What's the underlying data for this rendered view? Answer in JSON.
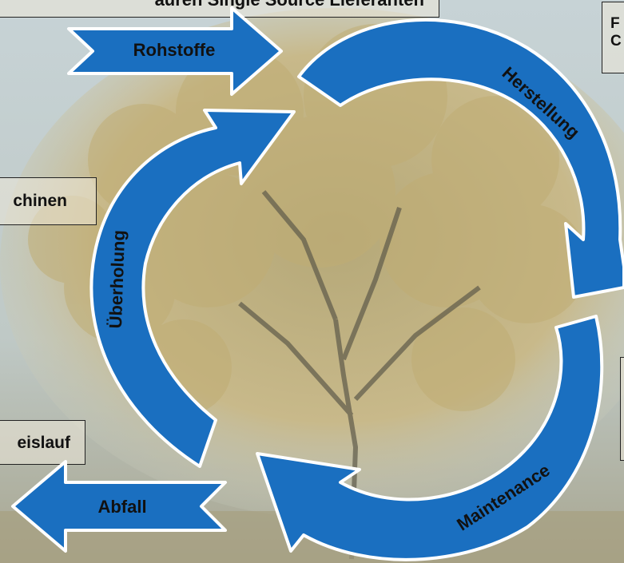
{
  "boxes": {
    "top": "auren Single Source Lieferanten",
    "left_mid": "chinen",
    "left_low": "eislauf",
    "right_top_line1": "F",
    "right_top_line2": "C"
  },
  "arrows": {
    "rohstoffe": "Rohstoffe",
    "herstellung": "Herstellung",
    "maintenance": "Maintenance",
    "ueberholung": "Überholung",
    "abfall": "Abfall"
  },
  "colors": {
    "arrow_fill": "#1a6fc0",
    "arrow_stroke": "#ffffff"
  }
}
